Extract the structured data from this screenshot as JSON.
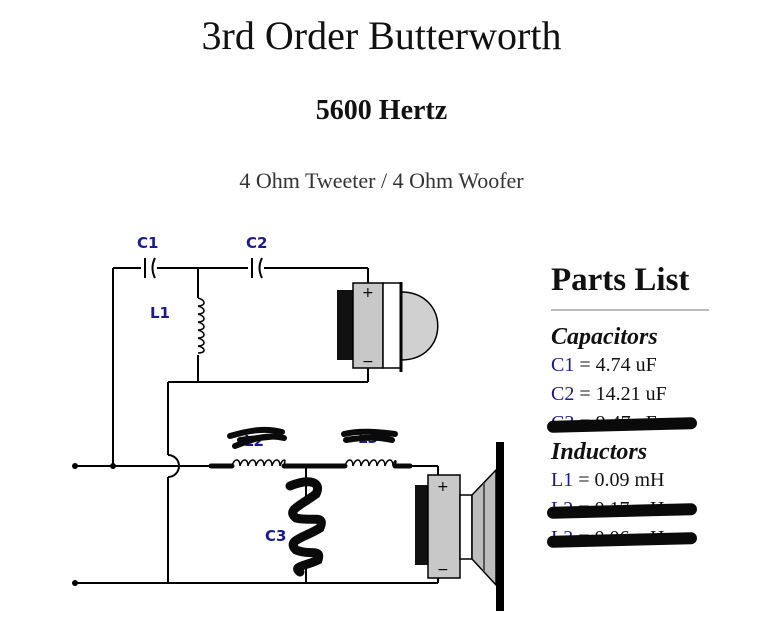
{
  "header": {
    "title": "3rd Order Butterworth",
    "frequency": "5600 Hertz",
    "configuration": "4 Ohm Tweeter / 4 Ohm Woofer"
  },
  "circuit": {
    "labels": {
      "c1": "C1",
      "c2": "C2",
      "l1": "L1",
      "l2": "L2",
      "l3": "L3",
      "c3": "C3"
    },
    "tweeter_plus": "+",
    "tweeter_minus": "−",
    "woofer_plus": "+",
    "woofer_minus": "−"
  },
  "parts_list": {
    "title": "Parts List",
    "capacitors_heading": "Capacitors",
    "capacitors": [
      {
        "ref": "C1",
        "value": "= 4.74 uF",
        "crossed_out": false
      },
      {
        "ref": "C2",
        "value": "= 14.21 uF",
        "crossed_out": false
      },
      {
        "ref": "C3",
        "value": "= 9.47 uF",
        "crossed_out": true
      }
    ],
    "inductors_heading": "Inductors",
    "inductors": [
      {
        "ref": "L1",
        "value": "= 0.09 mH",
        "crossed_out": false
      },
      {
        "ref": "L2",
        "value": "= 0.17 mH",
        "crossed_out": true
      },
      {
        "ref": "L3",
        "value": "= 0.06 mH",
        "crossed_out": true
      }
    ]
  },
  "colors": {
    "label_blue": "#1a1a8c",
    "wire": "#000000",
    "scribble": "#0a0a0a",
    "speaker_gray": "#c8c8c8"
  }
}
